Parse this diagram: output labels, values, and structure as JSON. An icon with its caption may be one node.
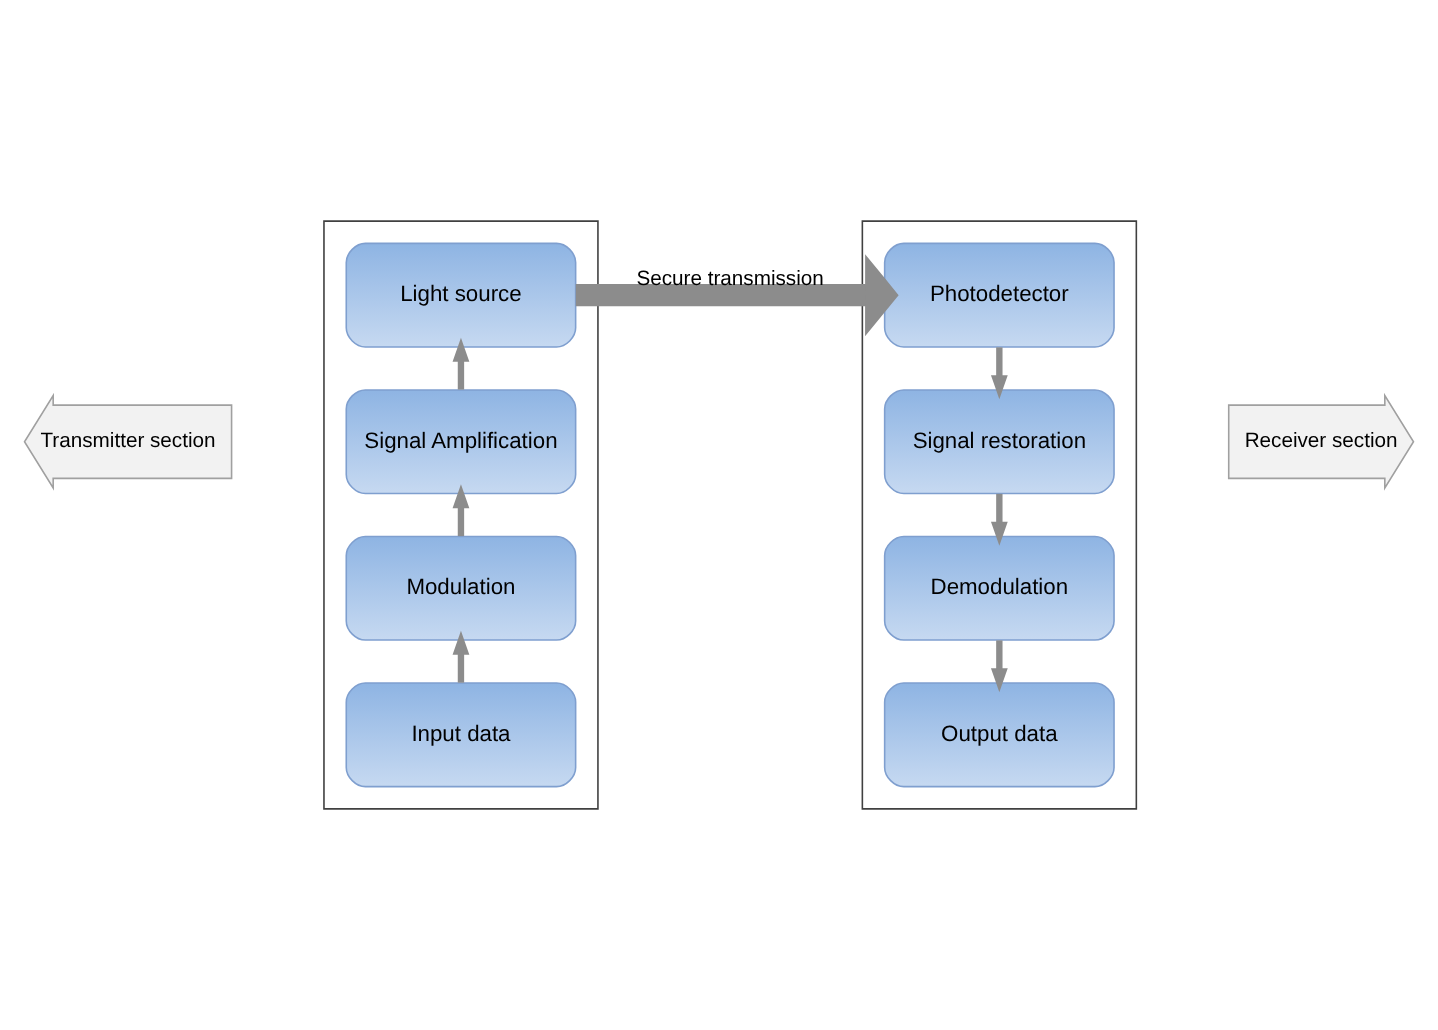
{
  "diagram": {
    "nodes": [
      {
        "text": [],
        "shape": "box"
      },
      {
        "text": [
          "Light source"
        ],
        "in": 0
      },
      {
        "text": [
          "Signal Amplification"
        ],
        "in": 0
      },
      {
        "text": [
          "Modulation"
        ],
        "in": 0
      },
      {
        "text": [
          "Input data"
        ],
        "in": 0
      },
      {
        "text": [],
        "shape": "box"
      },
      {
        "text": [
          "Photodetector"
        ],
        "in": 5
      },
      {
        "text": [
          "Signal restoration"
        ],
        "in": 5
      },
      {
        "text": [
          "Demodulation"
        ],
        "in": 5
      },
      {
        "text": [
          "Output data"
        ],
        "in": 5
      },
      {
        "text": [
          "Transmitter section"
        ]
      },
      {
        "text": [
          "Receiver section"
        ]
      }
    ],
    "edges": [
      {
        "from": 4,
        "to": 3,
        "arrow": "to"
      },
      {
        "from": 3,
        "to": 2,
        "arrow": "to"
      },
      {
        "from": 2,
        "to": 1,
        "arrow": "to"
      },
      {
        "from": 1,
        "to": 6,
        "arrow": "to",
        "label": "Secure transmission",
        "style": "thick"
      },
      {
        "from": 6,
        "to": 7,
        "arrow": "to"
      },
      {
        "from": 7,
        "to": 8,
        "arrow": "to"
      },
      {
        "from": 8,
        "to": 9,
        "arrow": "to"
      }
    ]
  }
}
